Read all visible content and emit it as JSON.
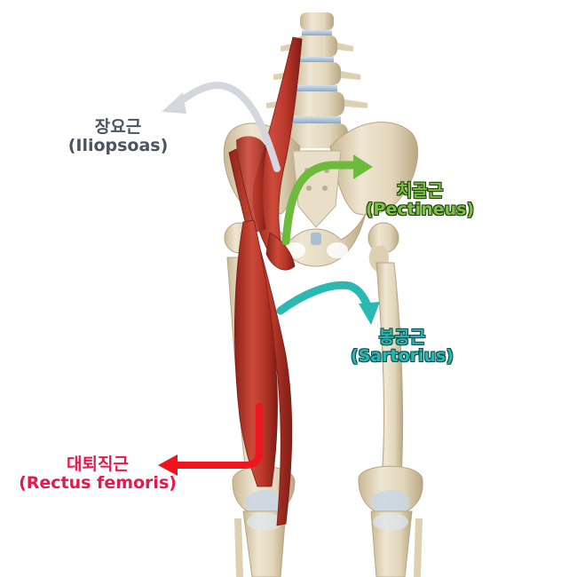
{
  "labels": {
    "iliopsoas": {
      "ko": "장요근",
      "en": "(Iliopsoas)",
      "color": "#4a5462"
    },
    "pectineus": {
      "ko": "치골근",
      "en": "(Pectineus)",
      "color": "#7bc142"
    },
    "sartorius": {
      "ko": "봉공근",
      "en": "(Sartorius)",
      "color": "#2fb5b0"
    },
    "rectus": {
      "ko": "대퇴직근",
      "en": "(Rectus femoris)",
      "color": "#e8194a"
    }
  },
  "arrows": {
    "iliopsoas_color": "#d5d6df",
    "pectineus_color": "#6dbb3a",
    "sartorius_color": "#2cb8b2",
    "rectus_color": "#f0141e"
  },
  "anatomy": {
    "bone_color": "#e6dcc6",
    "bone_shade": "#bfae8e",
    "muscle_color": "#b8382c",
    "muscle_light": "#d9624f"
  }
}
